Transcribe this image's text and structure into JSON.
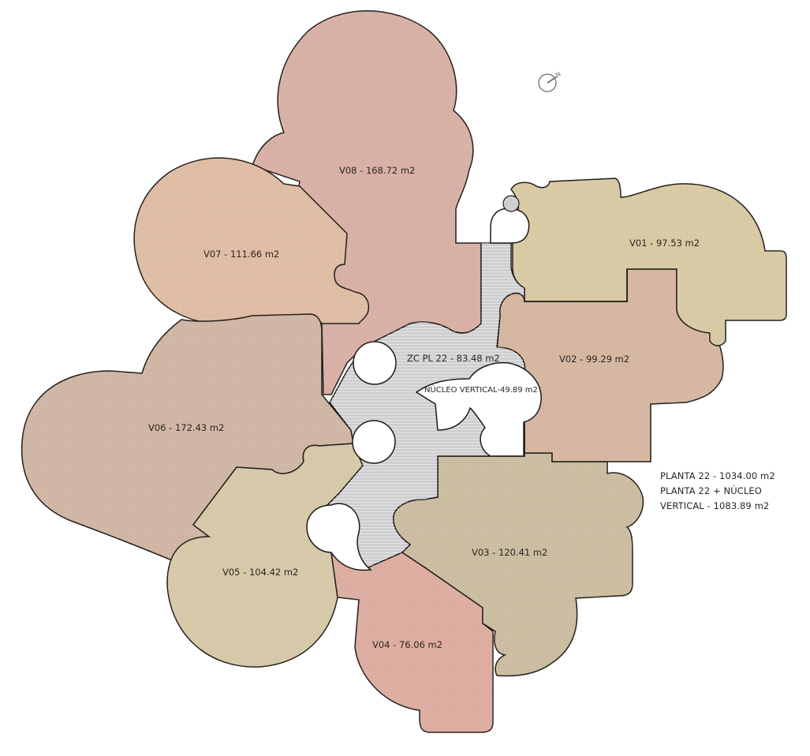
{
  "plan": {
    "units": [
      {
        "id": "V01",
        "label": "V01 - 97.53 m2",
        "color": "#d6c7a0"
      },
      {
        "id": "V02",
        "label": "V02 - 99.29 m2",
        "color": "#d3b39c"
      },
      {
        "id": "V03",
        "label": "V03 - 120.41 m2",
        "color": "#c8b99c"
      },
      {
        "id": "V04",
        "label": "V04 - 76.06 m2",
        "color": "#dba99c"
      },
      {
        "id": "V05",
        "label": "V05 - 104.42 m2",
        "color": "#d4c6a4"
      },
      {
        "id": "V06",
        "label": "V06 - 172.43 m2",
        "color": "#cdb29f"
      },
      {
        "id": "V07",
        "label": "V07 - 111.66 m2",
        "color": "#ddb9a0"
      },
      {
        "id": "V08",
        "label": "V08 - 168.72 m2",
        "color": "#d6aca2"
      }
    ],
    "common_zone": {
      "label": "ZC PL 22 - 83.48 m2",
      "color": "#cfcfd2"
    },
    "core": {
      "label": "NÚCLEO VERTICAL-49.89 m2",
      "color": "#ffffff"
    },
    "north_icon": "north-arrow-icon",
    "north_letter": "N"
  },
  "summary": {
    "line1": "PLANTA 22 - 1034.00 m2",
    "line2": "PLANTA 22 + NÚCLEO",
    "line3": "VERTICAL - 1083.89 m2"
  }
}
